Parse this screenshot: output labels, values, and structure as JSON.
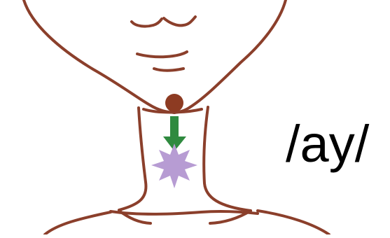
{
  "phoneme": "/ay/",
  "icons": {
    "figure": "head-and-neck-outline",
    "origin": "circle-dot",
    "direction": "down-arrow",
    "target": "starburst"
  },
  "colors": {
    "outline": "#8b3f2b",
    "origin_dot": "#8d3b22",
    "arrow": "#2f8a3f",
    "starburst": "#b79cd3",
    "text": "#000000"
  }
}
